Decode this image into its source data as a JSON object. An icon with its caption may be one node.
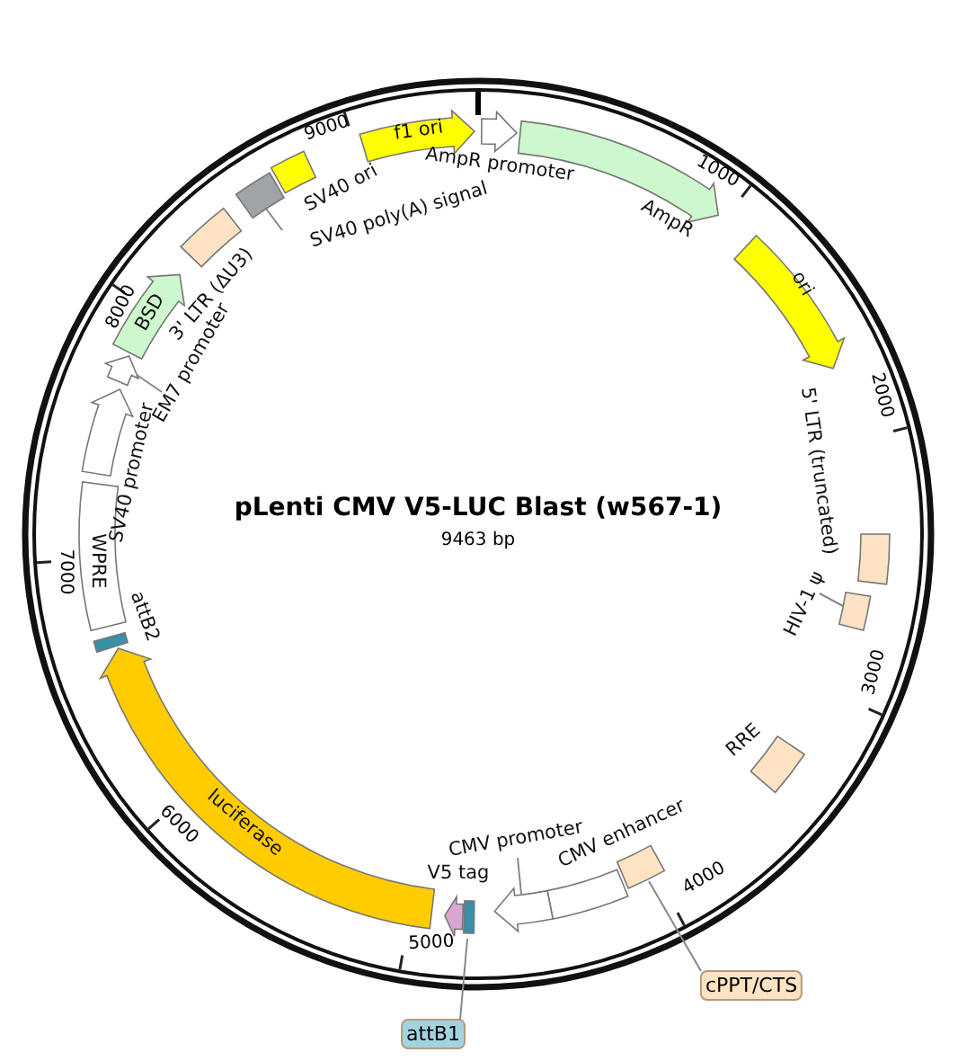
{
  "diagram": {
    "title": "pLenti CMV V5-LUC Blast (w567-1)",
    "nodes": [
      {
        "text": [
          "f1 ori"
        ]
      },
      {
        "text": [
          "AmpR promoter"
        ]
      },
      {
        "text": [
          "AmpR"
        ]
      },
      {
        "text": [
          "ori"
        ]
      },
      {
        "text": [
          "5' LTR (truncated)"
        ]
      },
      {
        "text": [
          "HIV-1 ψ"
        ]
      },
      {
        "text": [],
        "shape": "box"
      },
      {
        "text": [
          "RRE"
        ]
      },
      {
        "text": [],
        "shape": "box"
      },
      {
        "text": [
          "cPPT/CTS"
        ]
      },
      {
        "text": [
          "CMV enhancer"
        ]
      },
      {
        "text": [
          "CMV promoter"
        ]
      },
      {
        "text": [],
        "shape": "arrow"
      },
      {
        "text": [
          "V5 tag"
        ]
      },
      {
        "text": [],
        "shape": "box"
      },
      {
        "text": [
          "attB1"
        ]
      },
      {
        "text": [
          "luciferase"
        ]
      },
      {
        "text": [
          "attB2"
        ]
      },
      {
        "text": [
          "WPRE"
        ]
      },
      {
        "text": [
          "SV40 promoter"
        ]
      },
      {
        "text": [
          "EM7 promoter"
        ]
      },
      {
        "text": [],
        "shape": "arrow"
      },
      {
        "text": [
          "BSD"
        ]
      },
      {
        "text": [
          "3' LTR (ΔU3)"
        ]
      },
      {
        "text": [
          "SV40 poly(A) signal"
        ]
      },
      {
        "text": [],
        "shape": "box"
      },
      {
        "text": [
          "SV40 ori"
        ]
      }
    ],
    "edges": [
      {
        "from": 5,
        "to": 6,
        "arrow": "none"
      },
      {
        "from": 9,
        "to": 8,
        "arrow": "none"
      },
      {
        "from": 11,
        "to": 12,
        "arrow": "none"
      },
      {
        "from": 15,
        "to": 14,
        "arrow": "none"
      },
      {
        "from": 20,
        "to": 21,
        "arrow": "none"
      },
      {
        "from": 24,
        "to": 25,
        "arrow": "none"
      }
    ],
    "labels": [
      "9463 bp",
      "1000",
      "2000",
      "3000",
      "4000",
      "5000",
      "6000",
      "7000",
      "8000",
      "9000"
    ]
  }
}
